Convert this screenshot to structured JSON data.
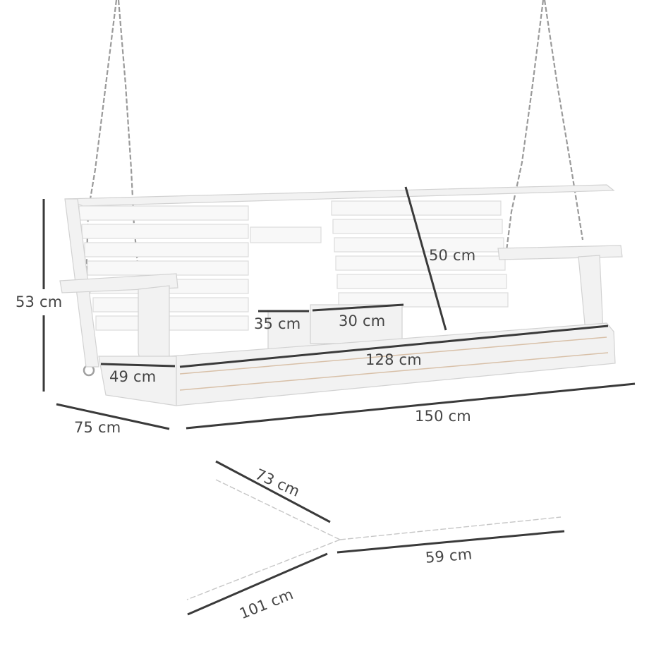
{
  "diagram": {
    "subject": "Porch swing bench with hanging chains — dimension drawing",
    "units": "cm",
    "colors": {
      "background": "#ffffff",
      "dimension_line": "#3a3a3a",
      "label_text": "#454545",
      "swing_body": "#f5f5f5",
      "chain": "#9a9a9a"
    },
    "dimensions": {
      "height_total": "53 cm",
      "backrest_height": "50 cm",
      "seat_depth": "49 cm",
      "console_width": "35 cm",
      "console_depth": "30 cm",
      "seat_width": "128 cm",
      "overall_depth": "75 cm",
      "overall_width": "150 cm"
    },
    "chain_dimensions": {
      "upper_leg": "73 cm",
      "main_leg": "59 cm",
      "lower_leg": "101 cm"
    }
  }
}
